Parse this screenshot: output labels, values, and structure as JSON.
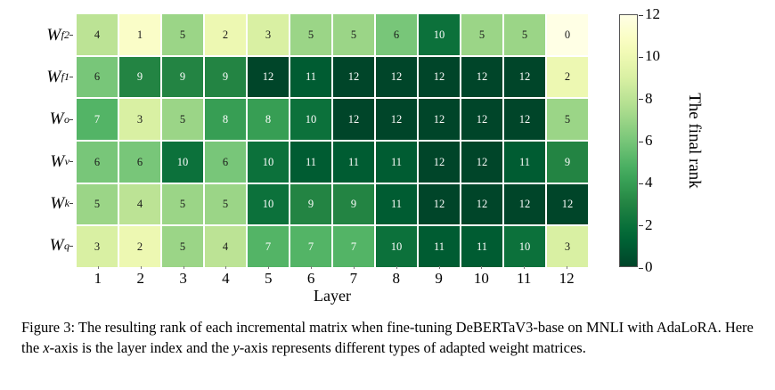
{
  "figure": {
    "caption_prefix": "Figure 3:",
    "caption_part1": "The resulting rank of each incremental matrix when fine-tuning DeBERTaV3-base on MNLI with AdaLoRA. Here the ",
    "caption_math_x": "x",
    "caption_part2": "-axis is the layer index and the ",
    "caption_math_y": "y",
    "caption_part3": "-axis represents different types of adapted weight matrices."
  },
  "colors": {
    "cmap_low": "#ffffe5",
    "cmap_high": "#004529",
    "grid_background": "#ffffff",
    "text_light": "#ffffff",
    "text_dark": "#1a1a1a"
  },
  "chart_data": {
    "type": "heatmap",
    "title": "",
    "xlabel": "Layer",
    "ylabel": "",
    "colorbar_label": "The final rank",
    "x_categories": [
      "1",
      "2",
      "3",
      "4",
      "5",
      "6",
      "7",
      "8",
      "9",
      "10",
      "11",
      "12"
    ],
    "y_categories": [
      "W_f2",
      "W_f1",
      "W_o",
      "W_v",
      "W_k",
      "W_q"
    ],
    "y_tick_labels": [
      {
        "base": "W",
        "sub": "f2"
      },
      {
        "base": "W",
        "sub": "f1"
      },
      {
        "base": "W",
        "sub": "o"
      },
      {
        "base": "W",
        "sub": "v"
      },
      {
        "base": "W",
        "sub": "k"
      },
      {
        "base": "W",
        "sub": "q"
      }
    ],
    "zlim": [
      0,
      12
    ],
    "colorbar_ticks": [
      0,
      2,
      4,
      6,
      8,
      10,
      12
    ],
    "grid": false,
    "legend_position": "right",
    "colormap": "YlGn",
    "rows": [
      {
        "name": "W_f2",
        "values": [
          4,
          1,
          5,
          2,
          3,
          5,
          5,
          6,
          10,
          5,
          5,
          0
        ]
      },
      {
        "name": "W_f1",
        "values": [
          6,
          9,
          9,
          9,
          12,
          11,
          12,
          12,
          12,
          12,
          12,
          2
        ]
      },
      {
        "name": "W_o",
        "values": [
          7,
          3,
          5,
          8,
          8,
          10,
          12,
          12,
          12,
          12,
          12,
          5
        ]
      },
      {
        "name": "W_v",
        "values": [
          6,
          6,
          10,
          6,
          10,
          11,
          11,
          11,
          12,
          12,
          11,
          9
        ]
      },
      {
        "name": "W_k",
        "values": [
          5,
          4,
          5,
          5,
          10,
          9,
          9,
          11,
          12,
          12,
          12,
          12
        ]
      },
      {
        "name": "W_q",
        "values": [
          3,
          2,
          5,
          4,
          7,
          7,
          7,
          10,
          11,
          11,
          10,
          3
        ]
      }
    ]
  }
}
